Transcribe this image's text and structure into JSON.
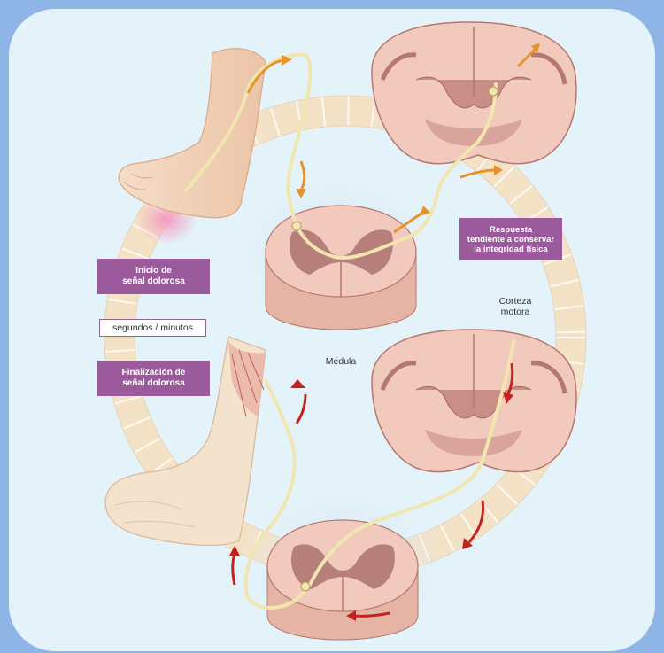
{
  "labels": {
    "inicio": "Inicio de\nseñal dolorosa",
    "tiempo": "segundos / minutos",
    "finalizacion": "Finalización de\nseñal dolorosa",
    "respuesta": "Respuesta\ntendiente a conservar\nla integridad física",
    "corteza": "Corteza\nmotora",
    "medula": "Médula"
  },
  "colors": {
    "background": "#8fb5e6",
    "panel": "#e4f3f9",
    "label_box": "#9b5a9c",
    "nerve": "#f1e6b0",
    "ascending_arrow": "#e8932a",
    "descending_arrow": "#c8201e",
    "tissue": "#f2c9bd",
    "gray_matter": "#b77f79"
  },
  "icons": [
    "foot-icon",
    "brain-icon",
    "spinal-cord-icon",
    "arrow-icon"
  ]
}
